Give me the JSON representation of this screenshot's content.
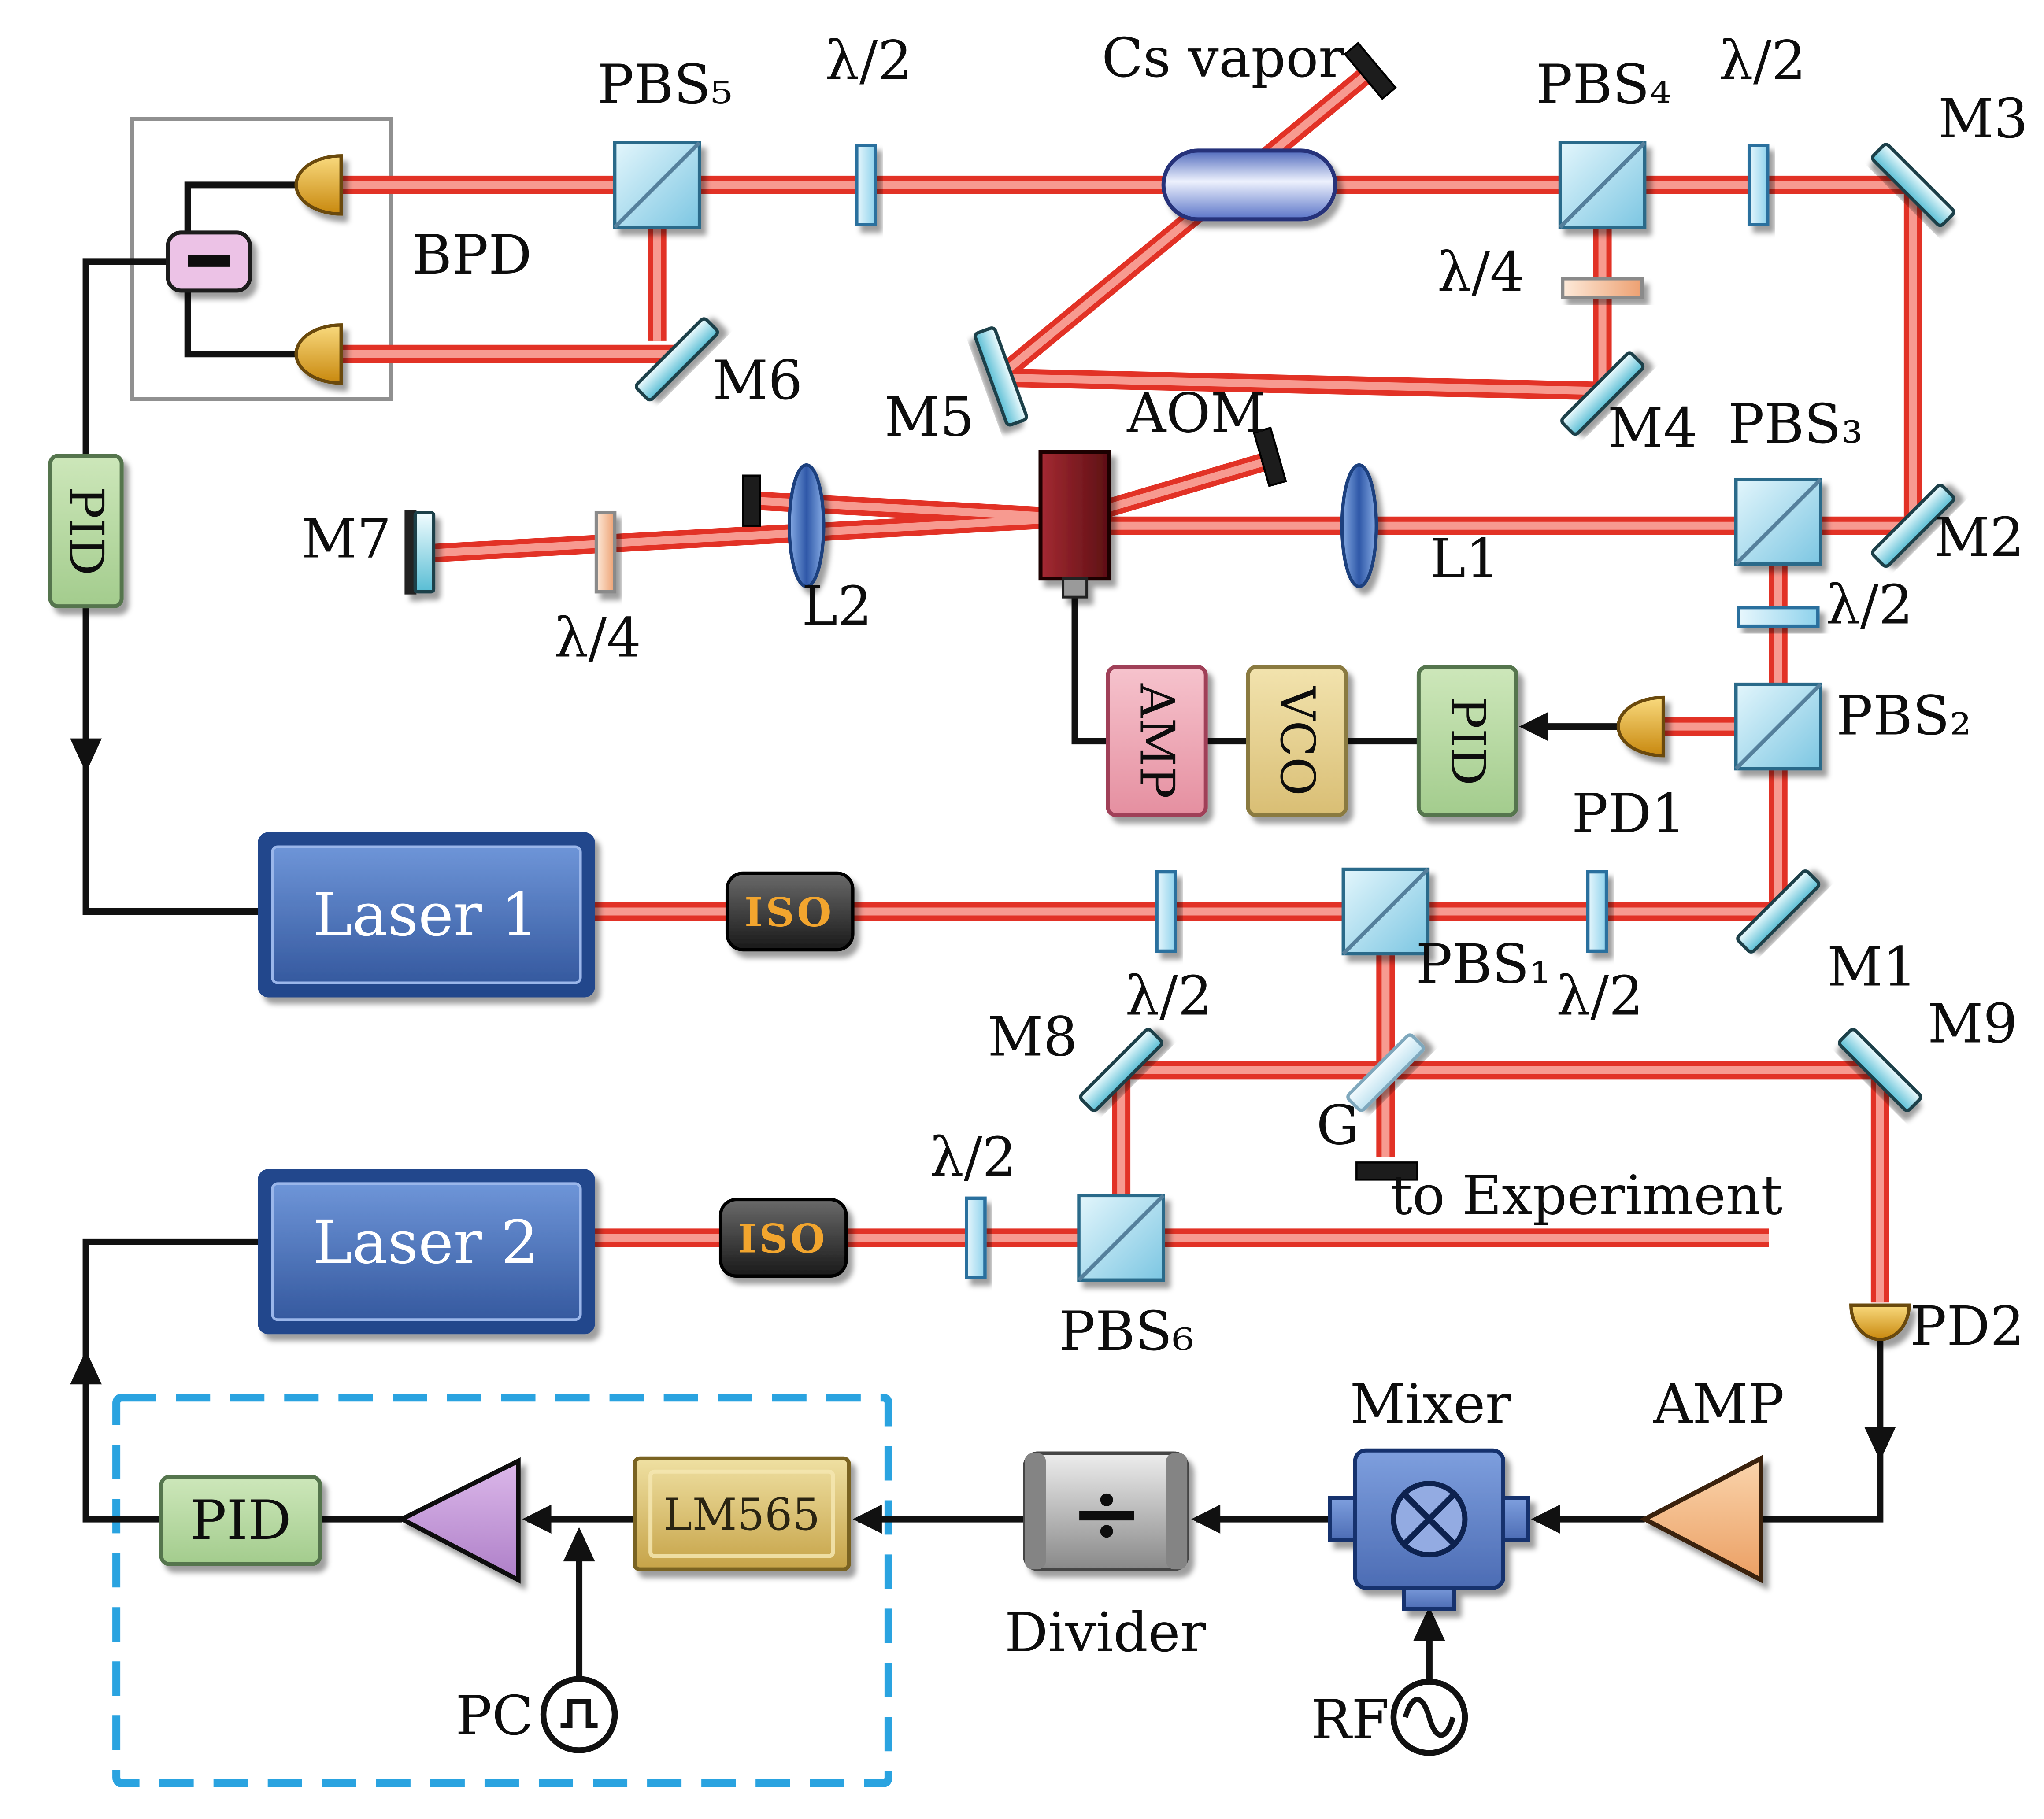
{
  "figure": {
    "labels": {
      "pbs1": "PBS₁",
      "pbs2": "PBS₂",
      "pbs3": "PBS₃",
      "pbs4": "PBS₄",
      "pbs5": "PBS₅",
      "pbs6": "PBS₆",
      "m1": "M1",
      "m2": "M2",
      "m3": "M3",
      "m4": "M4",
      "m5": "M5",
      "m6": "M6",
      "m7": "M7",
      "m8": "M8",
      "m9": "M9",
      "hwp": "λ/2",
      "qwp": "λ/4",
      "l1": "L1",
      "l2": "L2",
      "cs": "Cs vapor",
      "aom": "AOM",
      "g": "G",
      "bpd": "BPD",
      "pd1": "PD1",
      "pd2": "PD2",
      "pid": "PID",
      "amp": "AMP",
      "vco": "VCO",
      "laser1": "Laser 1",
      "laser2": "Laser 2",
      "iso": "ISO",
      "mixer": "Mixer",
      "divider": "Divider",
      "divide": "÷",
      "lm565": "LM565",
      "pc": "PC",
      "rf": "RF",
      "to_experiment": "to Experiment"
    },
    "colors": {
      "beam": "#e23226",
      "beam_core": "#f79a90",
      "wire": "#111111",
      "pbs_fill": "#9fd8ee",
      "mirror": "#58bdd4",
      "waveplate_half": "#8ed2ec",
      "waveplate_quarter": "#eda071",
      "laser_box": "#35599f",
      "iso_text": "#f2a52e",
      "pid_box": "#b5d9a8",
      "amp_box": "#f0a8b4",
      "vco_box": "#e8d08e",
      "detector": "#e8b53a",
      "aom": "#8c1a20",
      "cs_cell": "#5a74c8",
      "mixer": "#5b7fc7",
      "divider": "#a0a0a0",
      "lm565": "#d8bc6a",
      "amp_triangle": "#f6c49e",
      "pll_triangle": "#c49ada",
      "dashed_border": "#2aa3e0",
      "summer": "#ecc2e6"
    }
  }
}
